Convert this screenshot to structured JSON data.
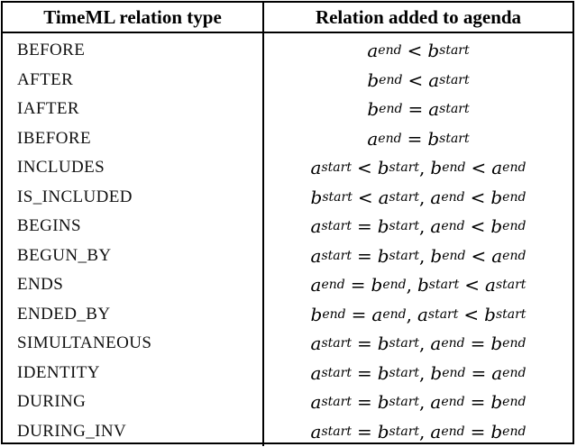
{
  "table": {
    "headers": [
      "TimeML relation type",
      "Relation added to agenda"
    ],
    "rows": [
      {
        "type": "BEFORE",
        "relation": "a_end < b_start"
      },
      {
        "type": "AFTER",
        "relation": "b_end < a_start"
      },
      {
        "type": "IAFTER",
        "relation": "b_end = a_start"
      },
      {
        "type": "IBEFORE",
        "relation": "a_end = b_start"
      },
      {
        "type": "INCLUDES",
        "relation": "a_start < b_start, b_end < a_end"
      },
      {
        "type": "IS_INCLUDED",
        "relation": "b_start < a_start, a_end < b_end"
      },
      {
        "type": "BEGINS",
        "relation": "a_start = b_start, a_end < b_end"
      },
      {
        "type": "BEGUN_BY",
        "relation": "a_start = b_start, b_end < a_end"
      },
      {
        "type": "ENDS",
        "relation": "a_end = b_end, b_start < a_start"
      },
      {
        "type": "ENDED_BY",
        "relation": "b_end = a_end, a_start < b_start"
      },
      {
        "type": "SIMULTANEOUS",
        "relation": "a_start = b_start, a_end = b_end"
      },
      {
        "type": "IDENTITY",
        "relation": "a_start = b_start, b_end = a_end"
      },
      {
        "type": "DURING",
        "relation": "a_start = b_start, a_end = b_end"
      },
      {
        "type": "DURING_INV",
        "relation": "a_start = b_start, a_end = b_end"
      }
    ]
  }
}
